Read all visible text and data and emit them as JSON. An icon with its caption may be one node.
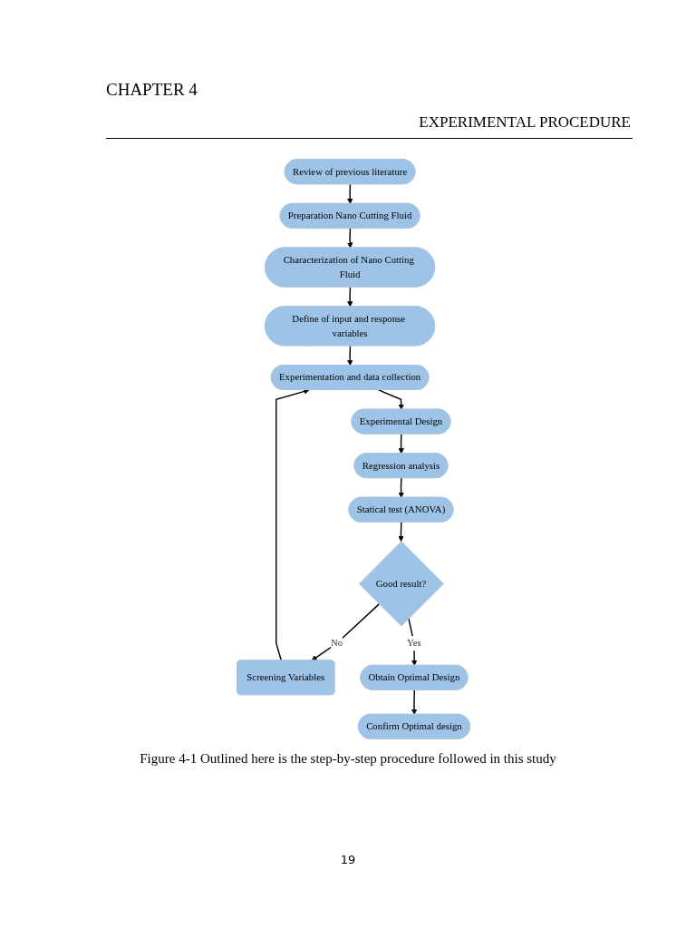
{
  "diagram": {
    "title": "CHAPTER 4",
    "nodes": [
      {
        "text": [
          "Review of previous literature"
        ]
      },
      {
        "text": [
          "Preparation Nano Cutting Fluid"
        ]
      },
      {
        "text": [
          "Characterization of Nano Cutting Fluid"
        ]
      },
      {
        "text": [
          "Define of input and response variables"
        ]
      },
      {
        "text": [
          "Experimentation and data collection"
        ]
      },
      {
        "text": [
          "Experimental Design"
        ]
      },
      {
        "text": [
          "Regression analysis"
        ]
      },
      {
        "text": [
          "Statical test (ANOVA)"
        ]
      },
      {
        "text": [
          "Good result?"
        ]
      },
      {
        "text": [
          "Screening Variables"
        ]
      },
      {
        "text": [
          "Obtain Optimal Design"
        ]
      },
      {
        "text": [
          "Confirm Optimal design"
        ]
      }
    ],
    "edges": [
      {
        "from": 0,
        "to": 1,
        "arrow": "to"
      },
      {
        "from": 1,
        "to": 2,
        "arrow": "to"
      },
      {
        "from": 2,
        "to": 3,
        "arrow": "to"
      },
      {
        "from": 3,
        "to": 4,
        "arrow": "to"
      },
      {
        "from": 4,
        "to": 5,
        "arrow": "to"
      },
      {
        "from": 5,
        "to": 6,
        "arrow": "to"
      },
      {
        "from": 6,
        "to": 7,
        "arrow": "to"
      },
      {
        "from": 7,
        "to": 8,
        "arrow": "to"
      },
      {
        "from": 8,
        "to": 9,
        "arrow": "to",
        "label": "No"
      },
      {
        "from": 9,
        "to": 4,
        "arrow": "to"
      },
      {
        "from": 8,
        "to": 10,
        "arrow": "to",
        "label": "Yes"
      },
      {
        "from": 10,
        "to": 11,
        "arrow": "to"
      }
    ],
    "labels": [
      "EXPERIMENTAL PROCEDURE",
      "19"
    ],
    "caption": "Figure 4-1 Outlined here is the step-by-step procedure followed in this study"
  }
}
